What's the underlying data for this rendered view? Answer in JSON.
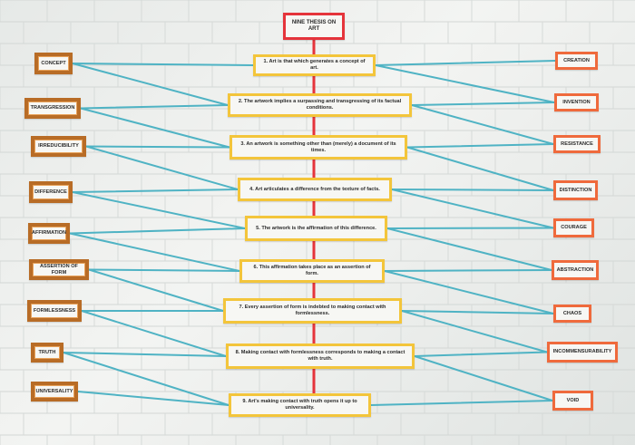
{
  "diagram": {
    "title": "NINE THESIS ON ART",
    "theses": [
      "1. Art is that which generates a concept of art.",
      "2. The artwork implies a surpassing and transgressing of its factual conditions.",
      "3. An artwork is something other than (merely) a document of its times.",
      "4. Art articulates a difference from the texture of facts.",
      "5. The artwork is the affirmation of this difference.",
      "6. This affirmation takes place as an assertion of form.",
      "7. Every assertion of form is indebted to making contact with formlessness.",
      "8. Making contact with formlessness corresponds to making a contact with truth.",
      "9. Art's making contact with truth opens it up to universality."
    ],
    "left_terms": [
      "CONCEPT",
      "TRANSGRESSION",
      "IRREDUCIBILITY",
      "DIFFERENCE",
      "AFFIRMATION",
      "ASSERTION OF FORM",
      "FORMLESSNESS",
      "TRUTH",
      "UNIVERSALITY"
    ],
    "right_terms": [
      "CREATION",
      "INVENTION",
      "RESISTANCE",
      "DISTINCTION",
      "COURAGE",
      "ABSTRACTION",
      "CHAOS",
      "INCOMMENSURABILITY",
      "VOID"
    ],
    "colors": {
      "spine": "#e5343b",
      "connector": "#4fb3c4",
      "title_border": "#e5343b",
      "thesis_border": "#f3c53b",
      "left_border": "#b86c26",
      "right_border": "#ef6a3c"
    }
  }
}
